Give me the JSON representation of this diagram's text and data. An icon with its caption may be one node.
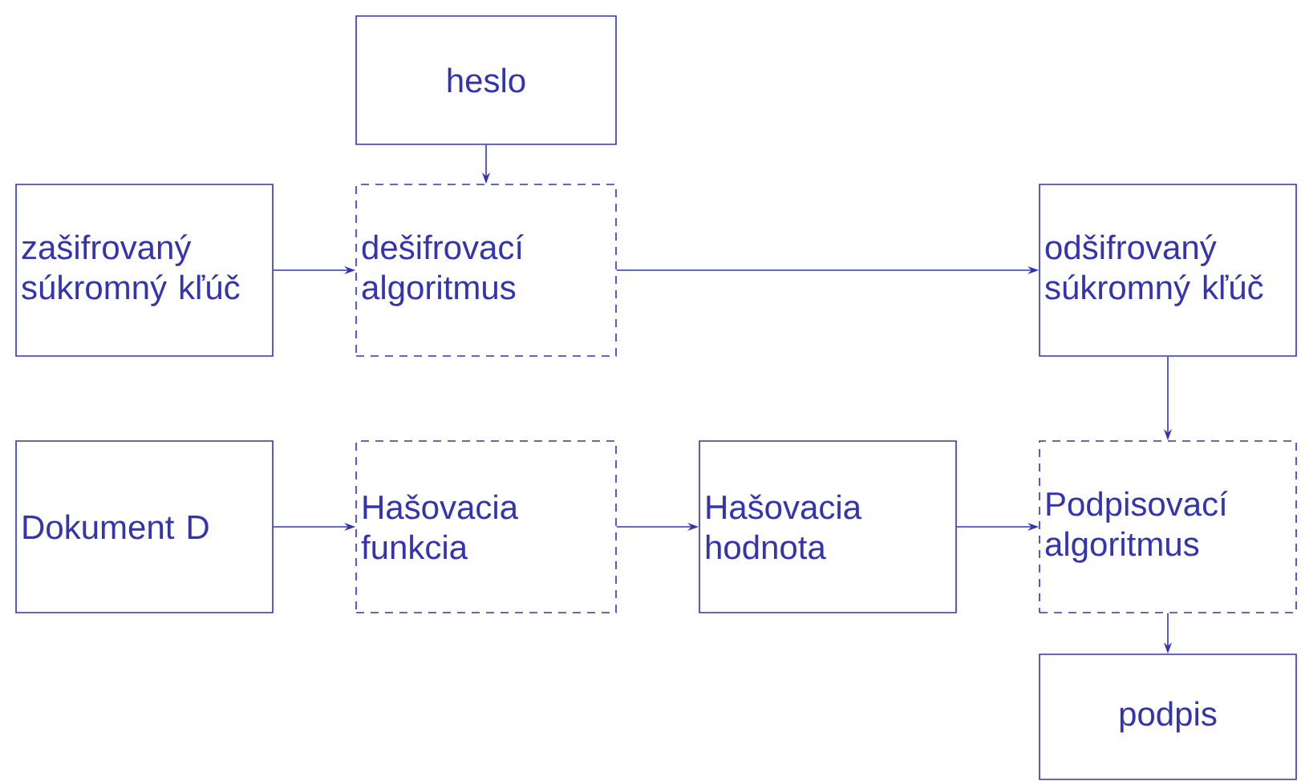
{
  "diagram": {
    "nodes": [
      {
        "text": [
          "heslo"
        ]
      },
      {
        "text": [
          "zašifrovaný súkromný kľúč"
        ]
      },
      {
        "text": [
          "dešifrovací algoritmus"
        ]
      },
      {
        "text": [
          "odšifrovaný súkromný kľúč"
        ]
      },
      {
        "text": [
          "Dokument D"
        ]
      },
      {
        "text": [
          "Hašovacia funkcia"
        ]
      },
      {
        "text": [
          "Hašovacia hodnota"
        ]
      },
      {
        "text": [
          "Podpisovací algoritmus"
        ]
      },
      {
        "text": [
          "podpis"
        ]
      }
    ],
    "edges": [
      {
        "from": 0,
        "to": 2,
        "arrow": "to"
      },
      {
        "from": 1,
        "to": 2,
        "arrow": "to"
      },
      {
        "from": 2,
        "to": 3,
        "arrow": "to"
      },
      {
        "from": 3,
        "to": 7,
        "arrow": "to"
      },
      {
        "from": 4,
        "to": 5,
        "arrow": "to"
      },
      {
        "from": 5,
        "to": 6,
        "arrow": "to"
      },
      {
        "from": 6,
        "to": 7,
        "arrow": "to"
      },
      {
        "from": 7,
        "to": 8,
        "arrow": "to"
      }
    ]
  }
}
